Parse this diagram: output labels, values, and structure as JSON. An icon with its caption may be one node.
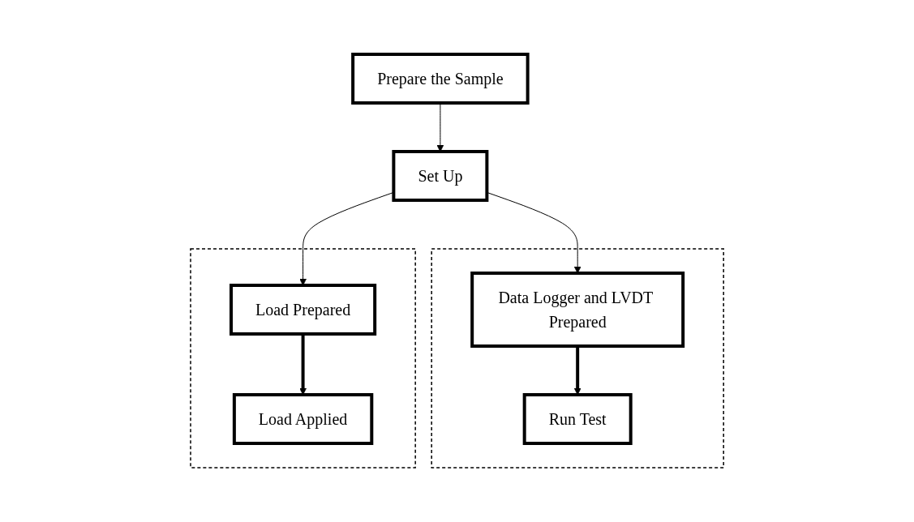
{
  "diagram": {
    "nodes": [
      {
        "text": [
          "Prepare the Sample"
        ]
      },
      {
        "text": [
          "Set Up"
        ]
      },
      {
        "text": [],
        "shape": "box"
      },
      {
        "text": [
          "Load Prepared"
        ],
        "in": 2
      },
      {
        "text": [
          "Load Applied"
        ],
        "in": 2
      },
      {
        "text": [],
        "shape": "box"
      },
      {
        "text": [
          "Data Logger and LVDT Prepared"
        ],
        "in": 5
      },
      {
        "text": [
          "Run Test"
        ],
        "in": 5
      }
    ],
    "edges": [
      {
        "from": 0,
        "to": 1,
        "arrow": "to"
      },
      {
        "from": 1,
        "to": 3,
        "arrow": "to"
      },
      {
        "from": 1,
        "to": 6,
        "arrow": "to"
      },
      {
        "from": 3,
        "to": 4,
        "arrow": "to",
        "style": "thick"
      },
      {
        "from": 6,
        "to": 7,
        "arrow": "to",
        "style": "thick"
      }
    ]
  }
}
